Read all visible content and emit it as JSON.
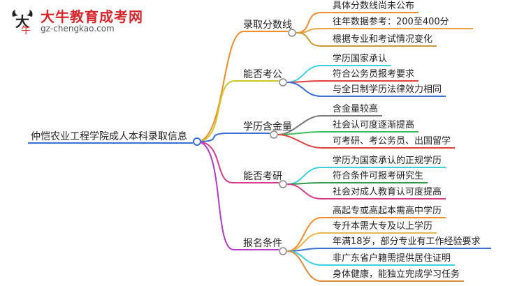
{
  "logo": {
    "title": "大牛教育成考网",
    "url": "gz-chengkao.com"
  },
  "mindmap": {
    "root": "仲恺农业工程学院成人本科录取信息",
    "branches": [
      {
        "label": "录取分数线",
        "color": "#f08c2c",
        "children": [
          "具体分数线尚未公布",
          "往年数据参考：200至400分",
          "根据专业和考试情况变化"
        ]
      },
      {
        "label": "能否考公",
        "color": "#cbc72a",
        "children": [
          "学历国家承认",
          "符合公务员报考要求",
          "与全日制学历法律效力相同"
        ]
      },
      {
        "label": "学历含金量",
        "color": "#3a6fd6",
        "children": [
          "含金量较高",
          "社会认可度逐渐提高",
          "可考研、考公务员、出国留学"
        ]
      },
      {
        "label": "能否考研",
        "color": "#d63c8c",
        "children": [
          "学历为国家承认的正规学历",
          "符合条件可报考研究生",
          "社会对成人教育认可度提高"
        ]
      },
      {
        "label": "报名条件",
        "color": "#b23cc8",
        "children": [
          "高起专或高起本需高中学历",
          "专升本需大专及以上学历",
          "年满18岁，部分专业有工作经验要求",
          "非广东省户籍需提供居住证明",
          "身体健康，能独立完成学习任务"
        ]
      }
    ]
  },
  "colors": {
    "leaf_colors": [
      [
        "#f08c2c",
        "#e8a23c",
        "#c99a2e"
      ],
      [
        "#3ccfe0",
        "#e04040",
        "#3a6fd6"
      ],
      [
        "#777777",
        "#3cbf5a",
        "#e04040"
      ],
      [
        "#3ccfe0",
        "#2f9a4a",
        "#d63c8c"
      ],
      [
        "#f08c2c",
        "#e8b84a",
        "#3a6fd6",
        "#3ccfe0",
        "#e08c3c"
      ]
    ]
  }
}
